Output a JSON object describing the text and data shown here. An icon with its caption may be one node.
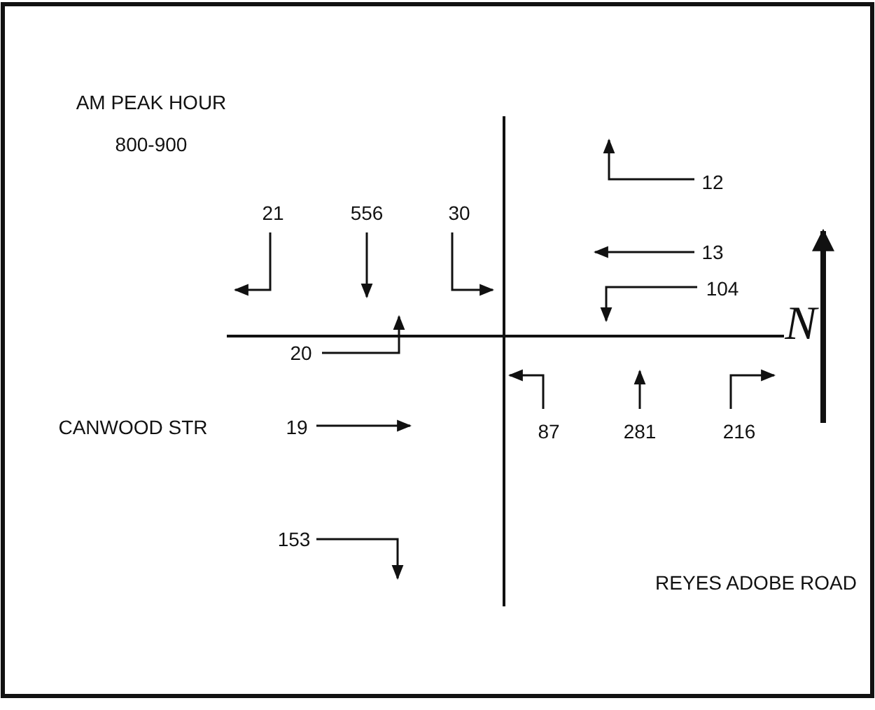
{
  "diagram": {
    "labels": [
      "AM PEAK HOUR",
      "800-900",
      "12",
      "21",
      "556",
      "30",
      "13",
      "104",
      "N",
      "20",
      "CANWOOD STR",
      "19",
      "87",
      "281",
      "216",
      "153",
      "REYES ADOBE ROAD"
    ]
  }
}
